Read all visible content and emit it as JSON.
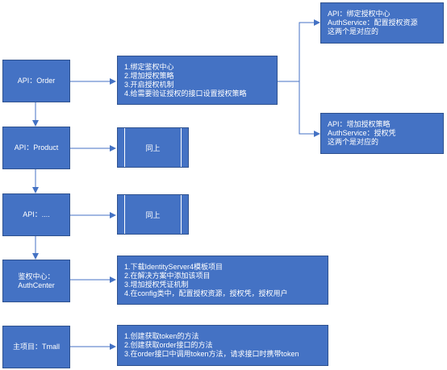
{
  "nodes": {
    "api_order": "API：Order",
    "api_product": "API：Product",
    "api_etc": "API：....",
    "auth_center": [
      "鉴权中心：",
      "AuthCenter"
    ],
    "tmall": "主项目：Tmall"
  },
  "order_steps": [
    "1.绑定鉴权中心",
    "2.增加授权策略",
    "3.开启授权机制",
    "4.给需要验证授权的接口设置授权策略"
  ],
  "same_above": "同上",
  "auth_center_steps": [
    "1.下载IdentityServer4模板项目",
    "2.在解决方案中添加该项目",
    "3.增加授权凭证机制",
    "4.在config类中，配置授权资源，授权凭，授权用户"
  ],
  "tmall_steps": [
    "1.创建获取token的方法",
    "2.创建获取order接口的方法",
    "3.在order接口中调用token方法，请求接口时携带token"
  ],
  "note_bind": [
    "API：绑定授权中心",
    "AuthService：配置授权资源",
    "这两个是对应的"
  ],
  "note_policy": [
    "API：增加授权策略",
    "AuthService：授权凭",
    "这两个是对应的"
  ]
}
